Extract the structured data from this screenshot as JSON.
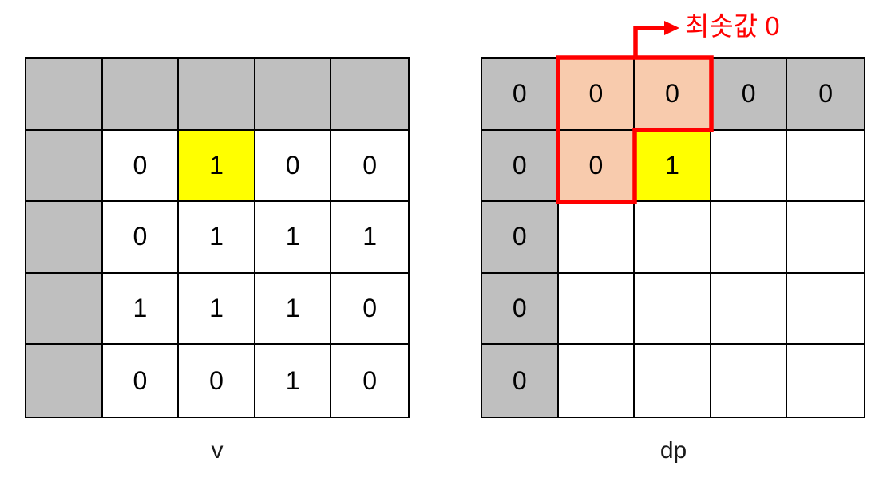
{
  "colors": {
    "page_bg": "#FFFFFF",
    "cell_gray": "#BFBFBF",
    "cell_white": "#FFFFFF",
    "cell_orange": "#F8CBAD",
    "cell_yellow": "#FFFF00",
    "grid_border": "#000000",
    "cell_text": "#000000",
    "highlight_red": "#FF0000"
  },
  "annotation": {
    "label": "최솟값 0"
  },
  "grids": {
    "v": {
      "label": "v",
      "cells": [
        [
          {
            "bg": "gray",
            "v": ""
          },
          {
            "bg": "gray",
            "v": ""
          },
          {
            "bg": "gray",
            "v": ""
          },
          {
            "bg": "gray",
            "v": ""
          },
          {
            "bg": "gray",
            "v": ""
          }
        ],
        [
          {
            "bg": "gray",
            "v": ""
          },
          {
            "bg": "white",
            "v": "0"
          },
          {
            "bg": "yellow",
            "v": "1"
          },
          {
            "bg": "white",
            "v": "0"
          },
          {
            "bg": "white",
            "v": "0"
          }
        ],
        [
          {
            "bg": "gray",
            "v": ""
          },
          {
            "bg": "white",
            "v": "0"
          },
          {
            "bg": "white",
            "v": "1"
          },
          {
            "bg": "white",
            "v": "1"
          },
          {
            "bg": "white",
            "v": "1"
          }
        ],
        [
          {
            "bg": "gray",
            "v": ""
          },
          {
            "bg": "white",
            "v": "1"
          },
          {
            "bg": "white",
            "v": "1"
          },
          {
            "bg": "white",
            "v": "1"
          },
          {
            "bg": "white",
            "v": "0"
          }
        ],
        [
          {
            "bg": "gray",
            "v": ""
          },
          {
            "bg": "white",
            "v": "0"
          },
          {
            "bg": "white",
            "v": "0"
          },
          {
            "bg": "white",
            "v": "1"
          },
          {
            "bg": "white",
            "v": "0"
          }
        ]
      ]
    },
    "dp": {
      "label": "dp",
      "cells": [
        [
          {
            "bg": "gray",
            "v": "0"
          },
          {
            "bg": "orange",
            "v": "0"
          },
          {
            "bg": "orange",
            "v": "0"
          },
          {
            "bg": "gray",
            "v": "0"
          },
          {
            "bg": "gray",
            "v": "0"
          }
        ],
        [
          {
            "bg": "gray",
            "v": "0"
          },
          {
            "bg": "orange",
            "v": "0"
          },
          {
            "bg": "yellow",
            "v": "1"
          },
          {
            "bg": "white",
            "v": ""
          },
          {
            "bg": "white",
            "v": ""
          }
        ],
        [
          {
            "bg": "gray",
            "v": "0"
          },
          {
            "bg": "white",
            "v": ""
          },
          {
            "bg": "white",
            "v": ""
          },
          {
            "bg": "white",
            "v": ""
          },
          {
            "bg": "white",
            "v": ""
          }
        ],
        [
          {
            "bg": "gray",
            "v": "0"
          },
          {
            "bg": "white",
            "v": ""
          },
          {
            "bg": "white",
            "v": ""
          },
          {
            "bg": "white",
            "v": ""
          },
          {
            "bg": "white",
            "v": ""
          }
        ],
        [
          {
            "bg": "gray",
            "v": "0"
          },
          {
            "bg": "white",
            "v": ""
          },
          {
            "bg": "white",
            "v": ""
          },
          {
            "bg": "white",
            "v": ""
          },
          {
            "bg": "white",
            "v": ""
          }
        ]
      ]
    }
  }
}
